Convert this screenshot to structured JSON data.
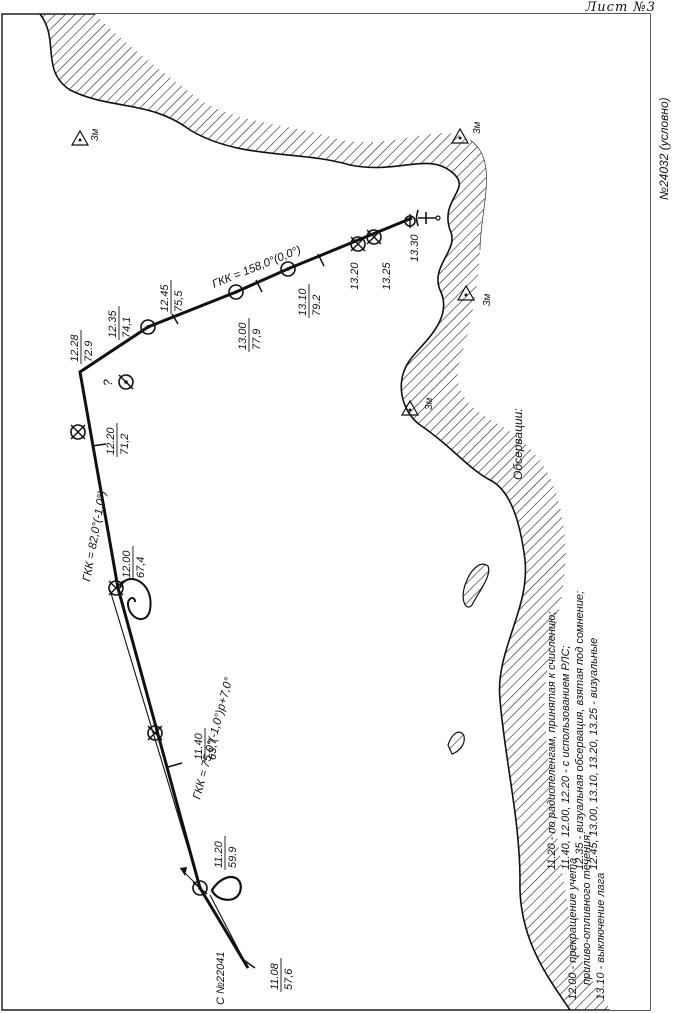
{
  "sheet_label": "Лист №3",
  "chart_number": "№24032 (условно)",
  "start_label": "С №22041",
  "headings": {
    "h1": "ГКК = 75,0°(-1,0°)р+7,0°",
    "h2": "ГКК = 82,0°(-1,0°)",
    "h3": "ГКК = 158,0°(0,0°)"
  },
  "track_points": [
    {
      "time": "11.08",
      "log": "57,6"
    },
    {
      "time": "11.20",
      "log": "59.9"
    },
    {
      "time": "11.40",
      "log": "63,7"
    },
    {
      "time": "12.00",
      "log": "67,4"
    },
    {
      "time": "12.20",
      "log": "71,2"
    },
    {
      "time": "12.28",
      "log": "72.9"
    },
    {
      "time": "12.35",
      "log": "74,1"
    },
    {
      "time": "12.45",
      "log": "75,5"
    },
    {
      "time": "13.00",
      "log": "77,9"
    },
    {
      "time": "13.10",
      "log": "79.2"
    },
    {
      "time": "13.20",
      "log": ""
    },
    {
      "time": "13.25",
      "log": ""
    },
    {
      "time": "13.30",
      "log": ""
    }
  ],
  "doubt_mark": "?",
  "landmark_label": "3м",
  "observations": {
    "title": "Обсервации:",
    "lines": [
      "11.20 - по радиопеленгам, принятая к счислению;",
      "11.40, 12.00, 12.20 - с использованием РЛС;",
      "12.35 - визуальная обсервация, взятая под сомнение;",
      "12.45, 13.00, 13.10, 13.20, 13.25 - визуальные"
    ]
  },
  "notes": [
    "12.00 - прекращение учета",
    "приливо-отливного течения;",
    "13.10 - выключение лага"
  ]
}
